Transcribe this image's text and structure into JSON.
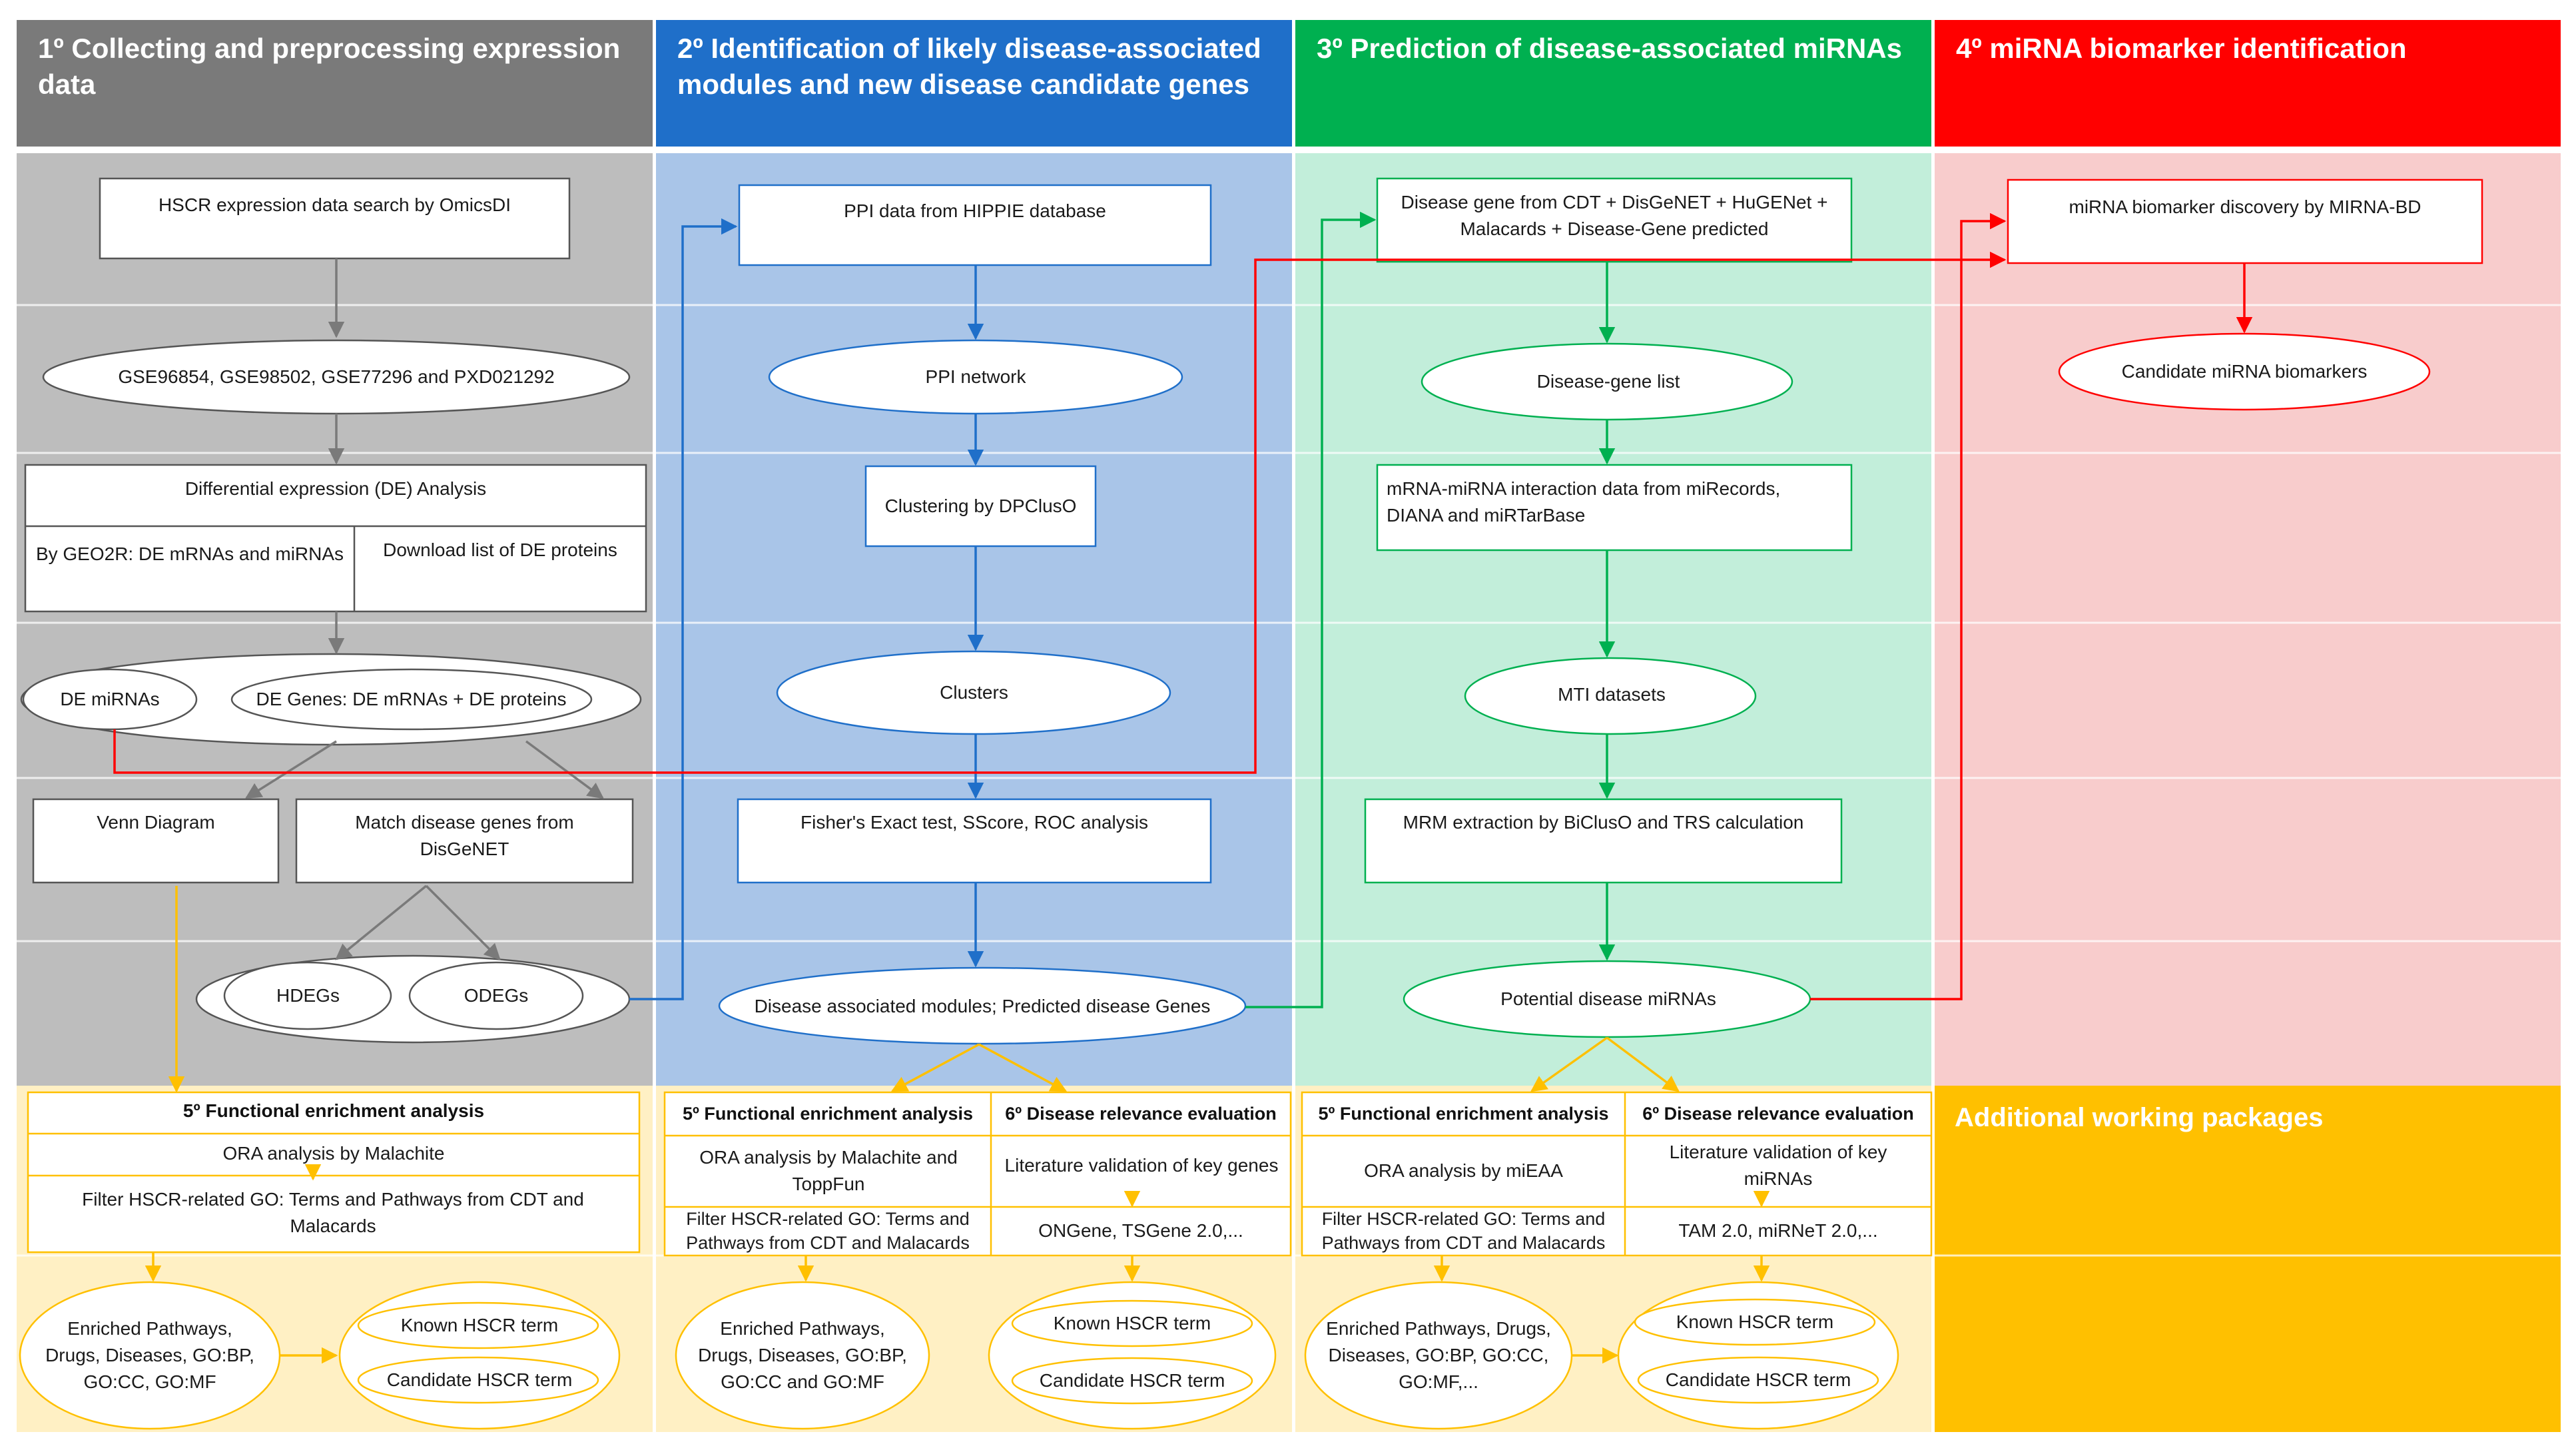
{
  "colors": {
    "gray": "#7a7a7a",
    "blue": "#1f6fc9",
    "green": "#00b050",
    "red": "#ff0000",
    "orange": "#ffc000",
    "grayBand": "#bdbdbd",
    "blueBand": "#a9c5e8",
    "greenBand": "#c2eeda",
    "redBand": "#f8cccc",
    "orangeBand": "#fff0c4"
  },
  "headers": {
    "step1": "1º Collecting and preprocessing expression data",
    "step2": "2º Identification of likely disease-associated modules and new disease  candidate genes",
    "step3": "3º Prediction of disease-associated miRNAs",
    "step4": "4º miRNA biomarker identification"
  },
  "col1": {
    "search": "HSCR expression data search by OmicsDI",
    "datasets": "GSE96854, GSE98502, GSE77296 and PXD021292",
    "de_analysis": "Differential expression (DE) Analysis",
    "geo2r": "By GEO2R: DE mRNAs and miRNAs",
    "download": "Download list of DE proteins",
    "de_mirnas": "DE miRNAs",
    "de_genes": "DE Genes: DE mRNAs + DE proteins",
    "venn": "Venn Diagram",
    "match": "Match disease genes from DisGeNET",
    "hdegs": "HDEGs",
    "odegs": "ODEGs"
  },
  "col2": {
    "ppi_data": "PPI data from HIPPIE database",
    "ppi_network": "PPI network",
    "clustering": "Clustering by DPClusO",
    "clusters": "Clusters",
    "fisher": "Fisher's Exact test, SScore, ROC analysis",
    "modules": "Disease associated modules; Predicted disease Genes"
  },
  "col3": {
    "disease_gene": "Disease gene from CDT + DisGeNET + HuGENet + Malacards + Disease-Gene predicted",
    "gene_list": "Disease-gene list",
    "interaction": "mRNA-miRNA interaction data from miRecords, DIANA and miRTarBase",
    "mti": "MTI datasets",
    "mrm": "MRM extraction  by BiClusO and TRS calculation",
    "potential": "Potential disease miRNAs"
  },
  "col4": {
    "discovery": "miRNA biomarker discovery by MIRNA-BD",
    "candidates": "Candidate miRNA biomarkers"
  },
  "bottom1": {
    "title": "5º Functional enrichment analysis",
    "ora": "ORA analysis by Malachite",
    "filter": "Filter HSCR-related GO: Terms and Pathways from CDT and Malacards",
    "enriched": "Enriched Pathways, Drugs, Diseases, GO:BP, GO:CC, GO:MF",
    "known": "Known HSCR term",
    "candidate": "Candidate HSCR term"
  },
  "bottom2": {
    "title5": "5º Functional enrichment analysis",
    "title6": "6º Disease relevance evaluation",
    "ora": "ORA analysis by Malachite and ToppFun",
    "lit": "Literature validation of key genes",
    "filter": "Filter HSCR-related GO: Terms and Pathways from CDT and Malacards",
    "tools": "ONGene, TSGene 2.0,...",
    "enriched": "Enriched Pathways, Drugs, Diseases, GO:BP, GO:CC and GO:MF",
    "known": "Known HSCR term",
    "candidate": "Candidate HSCR term"
  },
  "bottom3": {
    "title5": "5º Functional enrichment analysis",
    "title6": "6º Disease relevance evaluation",
    "ora": "ORA analysis by miEAA",
    "lit": "Literature validation of key miRNAs",
    "filter": "Filter HSCR-related GO: Terms and Pathways from CDT and Malacards",
    "tools": "TAM 2.0, miRNeT 2.0,...",
    "enriched": "Enriched Pathways, Drugs, Diseases, GO:BP, GO:CC, GO:MF,...",
    "known": "Known HSCR term",
    "candidate": "Candidate HSCR term"
  },
  "additional": "Additional working packages"
}
